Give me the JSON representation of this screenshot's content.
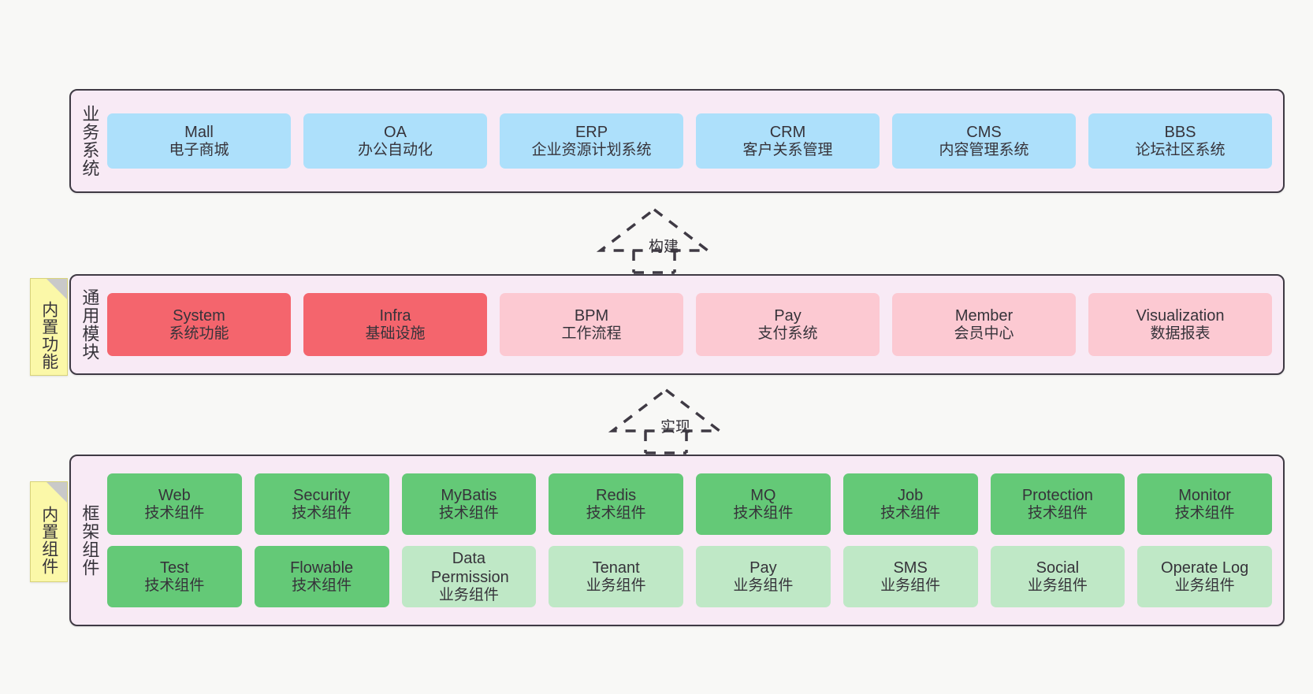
{
  "diagram": {
    "background_color": "#f8f8f6",
    "layer_background": "#f8eaf5",
    "layer_border": "#3f3a44",
    "colors": {
      "blue": "#ade0fb",
      "red": "#f4656d",
      "pink": "#fcc9d2",
      "green": "#64c977",
      "light_green": "#bfe8c6",
      "note_yellow": "#fbf8a8",
      "note_fold": "#c9c9c9",
      "text": "#36333a"
    }
  },
  "layers": [
    {
      "id": "business-systems",
      "label": "业务系统",
      "note": null,
      "rows": [
        {
          "cards": [
            {
              "title": "Mall",
              "subtitle": "电子商城",
              "color": "blue"
            },
            {
              "title": "OA",
              "subtitle": "办公自动化",
              "color": "blue"
            },
            {
              "title": "ERP",
              "subtitle": "企业资源计划系统",
              "color": "blue"
            },
            {
              "title": "CRM",
              "subtitle": "客户关系管理",
              "color": "blue"
            },
            {
              "title": "CMS",
              "subtitle": "内容管理系统",
              "color": "blue"
            },
            {
              "title": "BBS",
              "subtitle": "论坛社区系统",
              "color": "blue"
            }
          ]
        }
      ]
    },
    {
      "id": "common-modules",
      "label": "通用模块",
      "note": "内置功能",
      "rows": [
        {
          "cards": [
            {
              "title": "System",
              "subtitle": "系统功能",
              "color": "red"
            },
            {
              "title": "Infra",
              "subtitle": "基础设施",
              "color": "red"
            },
            {
              "title": "BPM",
              "subtitle": "工作流程",
              "color": "pink"
            },
            {
              "title": "Pay",
              "subtitle": "支付系统",
              "color": "pink"
            },
            {
              "title": "Member",
              "subtitle": "会员中心",
              "color": "pink"
            },
            {
              "title": "Visualization",
              "subtitle": "数据报表",
              "color": "pink"
            }
          ]
        }
      ]
    },
    {
      "id": "framework-components",
      "label": "框架组件",
      "note": "内置组件",
      "rows": [
        {
          "cards": [
            {
              "title": "Web",
              "subtitle": "技术组件",
              "color": "green"
            },
            {
              "title": "Security",
              "subtitle": "技术组件",
              "color": "green"
            },
            {
              "title": "MyBatis",
              "subtitle": "技术组件",
              "color": "green"
            },
            {
              "title": "Redis",
              "subtitle": "技术组件",
              "color": "green"
            },
            {
              "title": "MQ",
              "subtitle": "技术组件",
              "color": "green"
            },
            {
              "title": "Job",
              "subtitle": "技术组件",
              "color": "green"
            },
            {
              "title": "Protection",
              "subtitle": "技术组件",
              "color": "green"
            },
            {
              "title": "Monitor",
              "subtitle": "技术组件",
              "color": "green"
            }
          ]
        },
        {
          "cards": [
            {
              "title": "Test",
              "subtitle": "技术组件",
              "color": "green"
            },
            {
              "title": "Flowable",
              "subtitle": "技术组件",
              "color": "green"
            },
            {
              "title": "Data Permission",
              "subtitle": "业务组件",
              "color": "light_green"
            },
            {
              "title": "Tenant",
              "subtitle": "业务组件",
              "color": "light_green"
            },
            {
              "title": "Pay",
              "subtitle": "业务组件",
              "color": "light_green"
            },
            {
              "title": "SMS",
              "subtitle": "业务组件",
              "color": "light_green"
            },
            {
              "title": "Social",
              "subtitle": "业务组件",
              "color": "light_green"
            },
            {
              "title": "Operate Log",
              "subtitle": "业务组件",
              "color": "light_green"
            }
          ]
        }
      ]
    }
  ],
  "connectors": [
    {
      "id": "build",
      "label": "构建",
      "style": "dashed-hollow-triangle",
      "direction": "up"
    },
    {
      "id": "implement",
      "label": "实现",
      "style": "dashed-hollow-triangle",
      "direction": "up"
    }
  ]
}
